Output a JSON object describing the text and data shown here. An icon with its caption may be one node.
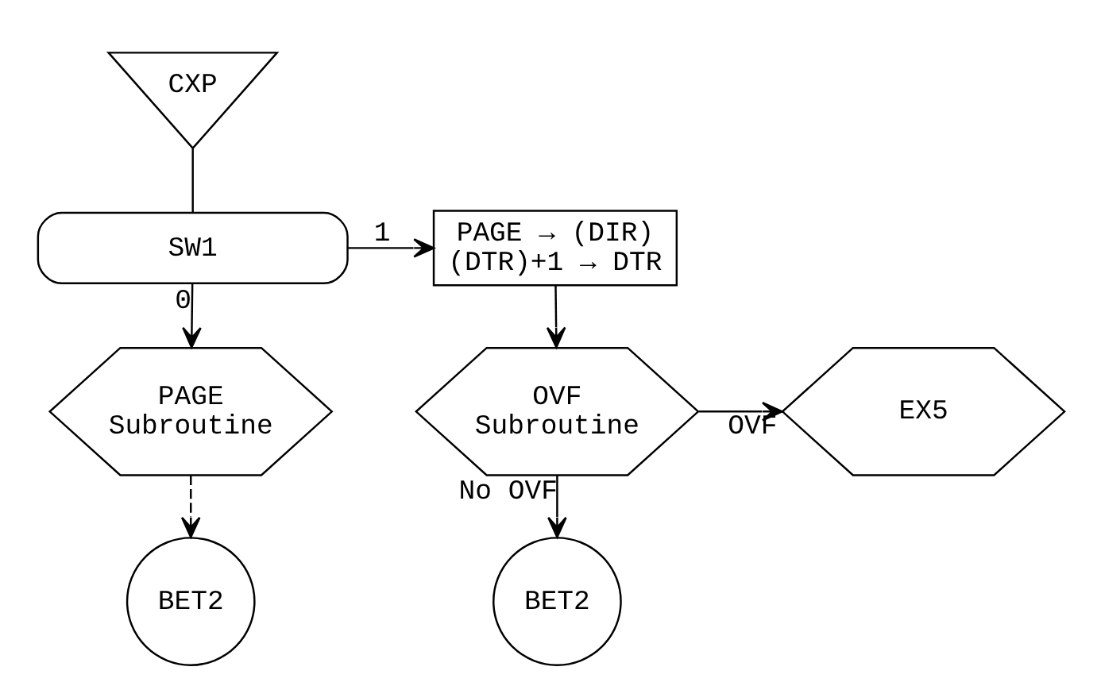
{
  "diagram": {
    "nodes": [
      {
        "text": [
          "CXP"
        ]
      },
      {
        "text": [
          "SW1"
        ]
      },
      {
        "text": [
          "PAGE → (DIR)",
          "(DTR)+1 → DTR"
        ]
      },
      {
        "text": [
          "PAGE Subroutine"
        ]
      },
      {
        "text": [
          "OVF Subroutine"
        ]
      },
      {
        "text": [
          "EX5"
        ]
      },
      {
        "text": [
          "BET2"
        ]
      },
      {
        "text": [
          "BET2"
        ]
      }
    ],
    "edges": [
      {
        "from": 0,
        "to": 1,
        "arrow": "none"
      },
      {
        "from": 1,
        "to": 2,
        "arrow": "to",
        "label": "1"
      },
      {
        "from": 1,
        "to": 3,
        "arrow": "to",
        "label": "0"
      },
      {
        "from": 2,
        "to": 4,
        "arrow": "to"
      },
      {
        "from": 4,
        "to": 5,
        "arrow": "to",
        "label": "OVF"
      },
      {
        "from": 3,
        "to": 6,
        "arrow": "to",
        "style": "dashed"
      },
      {
        "from": 4,
        "to": 7,
        "arrow": "to",
        "label": "No OVF"
      }
    ]
  }
}
